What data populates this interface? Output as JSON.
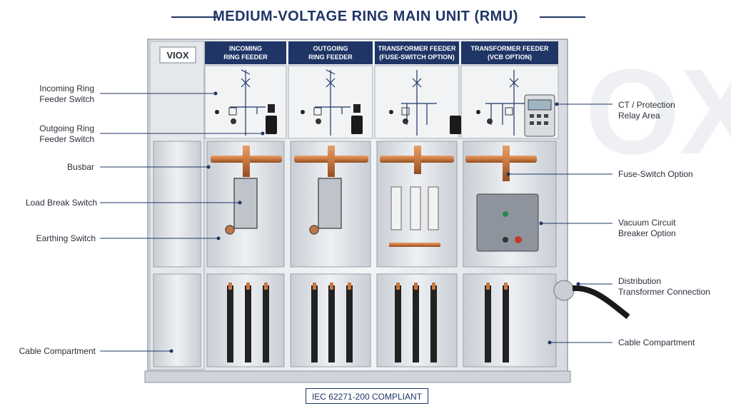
{
  "title": "MEDIUM-VOLTAGE RING MAIN UNIT (RMU)",
  "brand": "VIOX",
  "watermark": "OX",
  "compliance": "IEC 62271-200 COMPLIANT",
  "panels": [
    {
      "line1": "INCOMING",
      "line2": "RING FEEDER"
    },
    {
      "line1": "OUTGOING",
      "line2": "RING FEEDER"
    },
    {
      "line1": "TRANSFORMER FEEDER",
      "line2": "(FUSE-SWITCH OPTION)"
    },
    {
      "line1": "TRANSFORMER FEEDER",
      "line2": "(VCB OPTION)"
    }
  ],
  "labels_left": [
    {
      "line1": "Incoming Ring",
      "line2": "Feeder Switch"
    },
    {
      "line1": "Outgoing Ring",
      "line2": "Feeder Switch"
    },
    {
      "line1": "Busbar",
      "line2": ""
    },
    {
      "line1": "Load Break Switch",
      "line2": ""
    },
    {
      "line1": "Earthing Switch",
      "line2": ""
    },
    {
      "line1": "Cable Compartment",
      "line2": ""
    }
  ],
  "labels_right": [
    {
      "line1": "CT / Protection",
      "line2": "Relay Area"
    },
    {
      "line1": "Fuse-Switch Option",
      "line2": ""
    },
    {
      "line1": "Vacuum Circuit",
      "line2": "Breaker Option"
    },
    {
      "line1": "Distribution",
      "line2": "Transformer Connection"
    },
    {
      "line1": "Cable Compartment",
      "line2": ""
    }
  ],
  "colors": {
    "navy": "#1f3566",
    "copper": "#c8763f",
    "cabinet": "#e9ecf0"
  }
}
